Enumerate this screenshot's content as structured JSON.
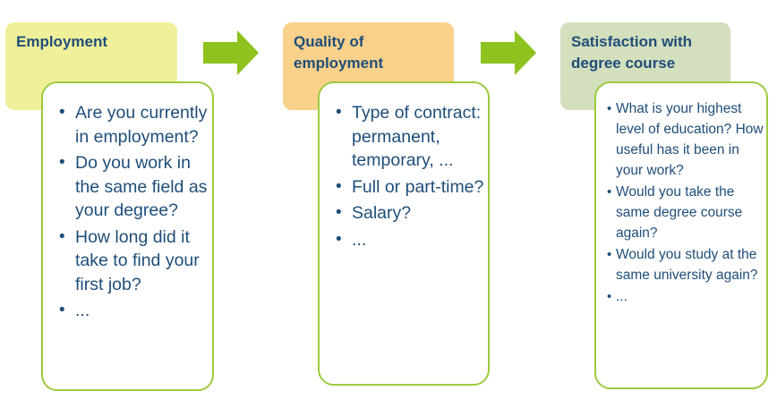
{
  "columns": [
    {
      "title": "Employment",
      "bullets": [
        "Are you currently in employment?",
        "Do you work in the same field as your degree?",
        "How long did it take to find your first job?",
        "..."
      ]
    },
    {
      "title": "Quality of employment",
      "bullets": [
        "Type of contract: permanent, temporary, ...",
        "Full or part-time?",
        "Salary?",
        "..."
      ]
    },
    {
      "title": "Satisfaction with degree course",
      "bullets": [
        "What is your highest level of education? How useful has it been in your work?",
        "Would you take the same degree course again?",
        "Would you study at the same university again?",
        "..."
      ]
    }
  ],
  "colors": {
    "header_1": "#f0f09a",
    "header_2": "#f9d18b",
    "header_3": "#d3dfbd",
    "border": "#9bcb3c",
    "arrow": "#8dc21f",
    "text": "#1f4e79"
  },
  "icons": [
    "arrow-right-icon",
    "arrow-right-icon"
  ]
}
